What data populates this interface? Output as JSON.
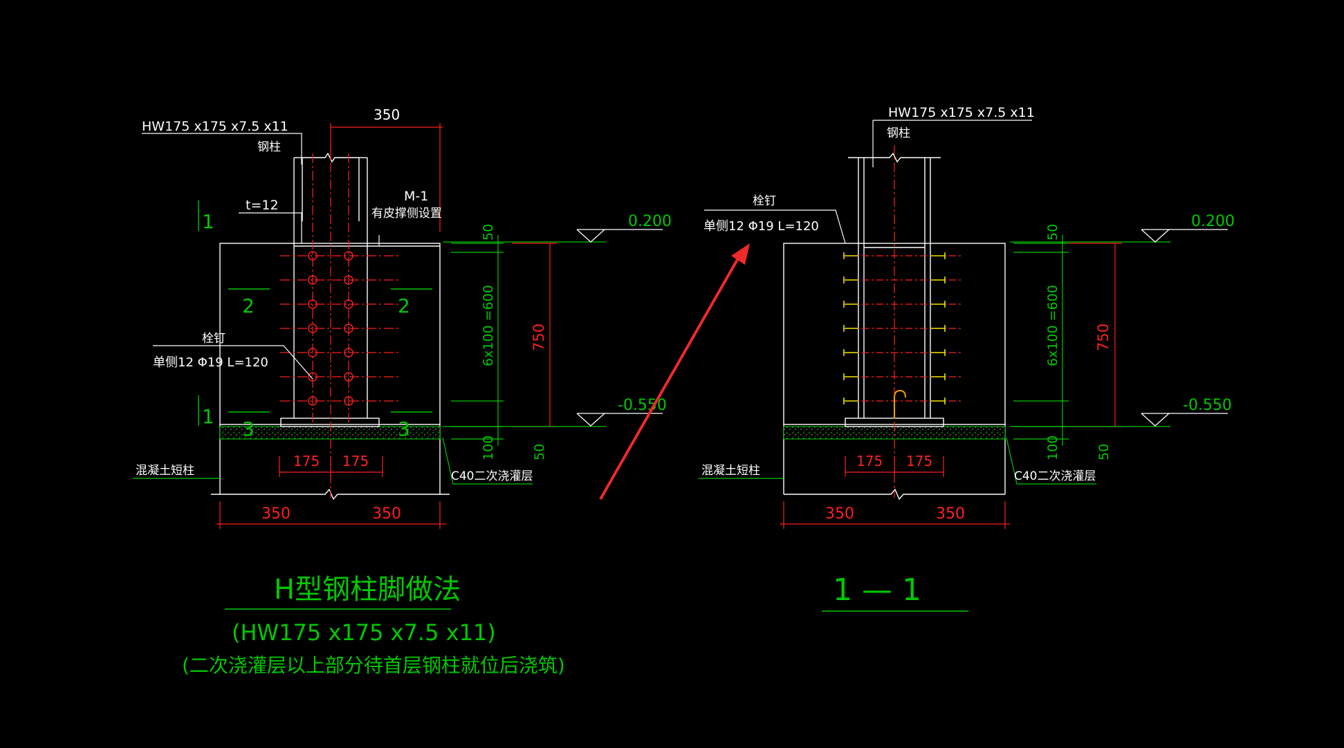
{
  "colors": {
    "bg": "#000000",
    "white": "#ffffff",
    "red": "#ff2020",
    "green": "#00c800",
    "yellow": "#e6e600",
    "grey": "#bfbfbf",
    "orange": "#f0a000",
    "arrow": "#ee2a2a"
  },
  "left": {
    "section_label": "HW175 x175 x7.5 x11",
    "column_label": "钢柱",
    "plate_label": "t=12",
    "stiffener_code": "M-1",
    "stiffener_note": "有皮撑侧设置",
    "stud_label": "栓钉",
    "stud_spec": "单侧12 Φ19   L=120",
    "dim_top": "350",
    "dim_175_l": "175",
    "dim_175_r": "175",
    "dim_350_l": "350",
    "dim_350_r": "350",
    "dim_50_top": "50",
    "dim_spacing": "6x100 =600",
    "dim_750": "750",
    "dim_100": "100",
    "dim_50_bot": "50",
    "elev_top": "0.200",
    "elev_bot": "-0.550",
    "section_mark": "1",
    "section_mark_2": "2",
    "section_mark_3": "3",
    "grout_label": "C40二次浇灌层",
    "pier_label": "混凝土短柱",
    "title": "H型钢柱脚做法",
    "subtitle": "(HW175 x175 x7.5 x11)",
    "note": "(二次浇灌层以上部分待首层钢柱就位后浇筑)"
  },
  "right": {
    "section_label": "HW175 x175 x7.5 x11",
    "column_label": "钢柱",
    "stud_label": "栓钉",
    "stud_spec": "单侧12 Φ19   L=120",
    "dim_175_l": "175",
    "dim_175_r": "175",
    "dim_350_l": "350",
    "dim_350_r": "350",
    "dim_50_top": "50",
    "dim_spacing": "6x100 =600",
    "dim_750": "750",
    "dim_100": "100",
    "dim_50_bot": "50",
    "elev_top": "0.200",
    "elev_bot": "-0.550",
    "grout_label": "C40二次浇灌层",
    "pier_label": "混凝土短柱",
    "title": "1 — 1"
  }
}
